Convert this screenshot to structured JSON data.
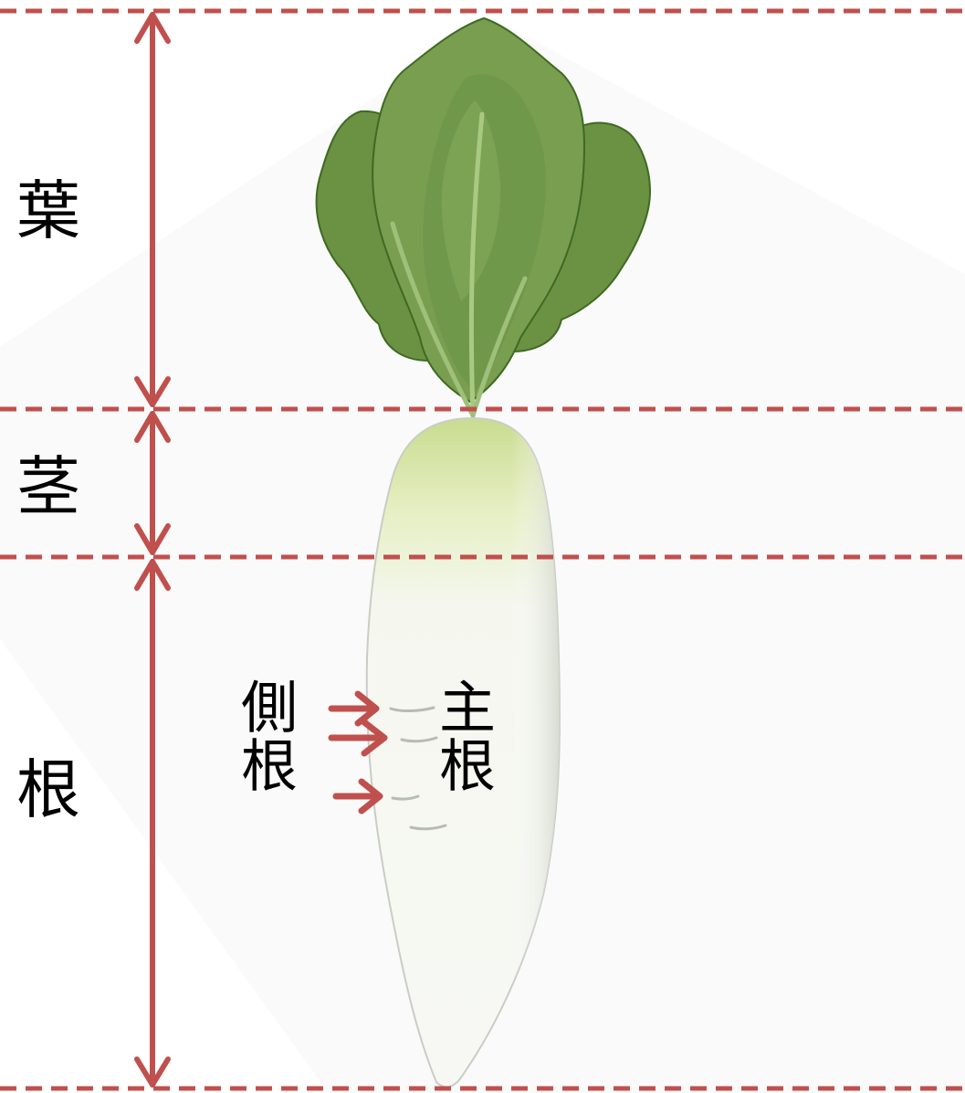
{
  "labels": {
    "leaf": "葉",
    "stem": "茎",
    "root": "根",
    "lateral_root": "側根",
    "main_root": "主根"
  },
  "colors": {
    "guide_line": "#c0504d",
    "arrow": "#c0504d",
    "leaf_dark": "#5f8a3a",
    "leaf_light": "#7ea356",
    "leaf_outline": "#3e6a22",
    "root_top": "#cfe19a",
    "root_body": "#f4f6f0",
    "root_outline": "#c9cdc4"
  }
}
